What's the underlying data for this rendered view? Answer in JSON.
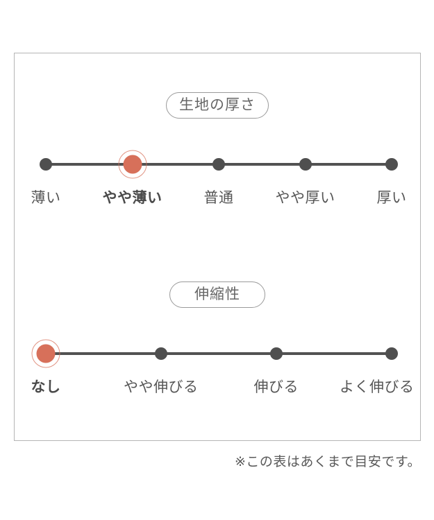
{
  "chart_data": [
    {
      "type": "scale",
      "title": "生地の厚さ",
      "categories": [
        "薄い",
        "やや薄い",
        "普通",
        "やや厚い",
        "厚い"
      ],
      "selected_index": 1,
      "selected_label": "やや薄い",
      "layout": {
        "orientation": "horizontal",
        "points": 5
      }
    },
    {
      "type": "scale",
      "title": "伸縮性",
      "categories": [
        "なし",
        "やや伸びる",
        "伸びる",
        "よく伸びる"
      ],
      "selected_index": 0,
      "selected_label": "なし",
      "layout": {
        "orientation": "horizontal",
        "points": 4
      }
    }
  ],
  "footer": {
    "note": "※この表はあくまで目安です。"
  },
  "colors": {
    "accent": "#d7705a",
    "dot": "#4f4f4f",
    "line": "#525252",
    "label_text": "#555555",
    "pill_text": "#666666",
    "pill_border": "#9a9a9a",
    "box_border": "#b5b5b5",
    "footer_text": "#595959",
    "background": "#ffffff"
  }
}
